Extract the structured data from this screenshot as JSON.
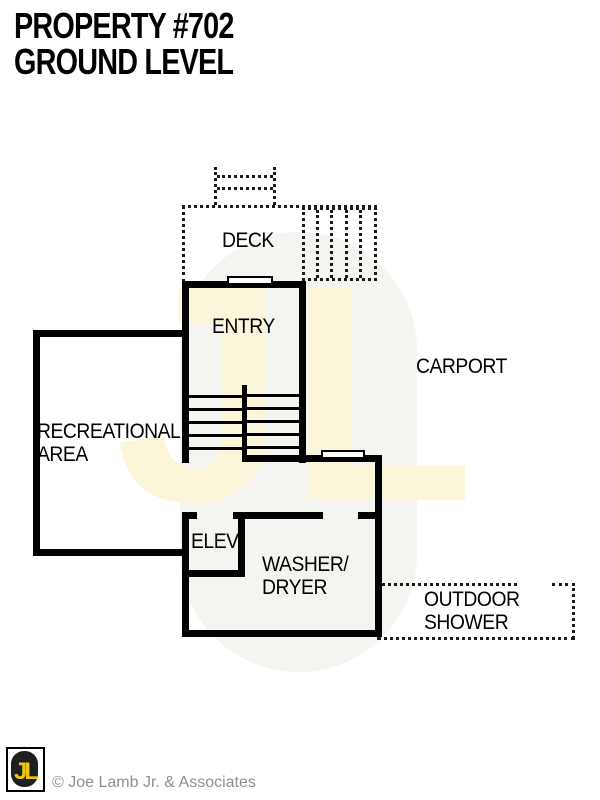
{
  "page": {
    "title_line1": "PROPERTY #702",
    "title_line2": "GROUND LEVEL"
  },
  "floorplan": {
    "rooms": {
      "deck": "DECK",
      "entry": "ENTRY",
      "carport": "CARPORT",
      "recreational_line1": "RECREATIONAL",
      "recreational_line2": "AREA",
      "elevator": "ELEV.",
      "washer_line1": "WASHER/",
      "washer_line2": "DRYER",
      "shower_line1": "OUTDOOR",
      "shower_line2": "SHOWER"
    },
    "colors": {
      "wall": "#000000",
      "watermark_capsule": "#f4f4f1",
      "watermark_letters": "#fbf5da"
    }
  },
  "watermark": {
    "text": "JL"
  },
  "footer": {
    "logo_text": "JL",
    "logo_bg": "#1f1f1f",
    "logo_letter_color": "#f1c40f",
    "copyright": "© Joe Lamb Jr. & Associates"
  }
}
